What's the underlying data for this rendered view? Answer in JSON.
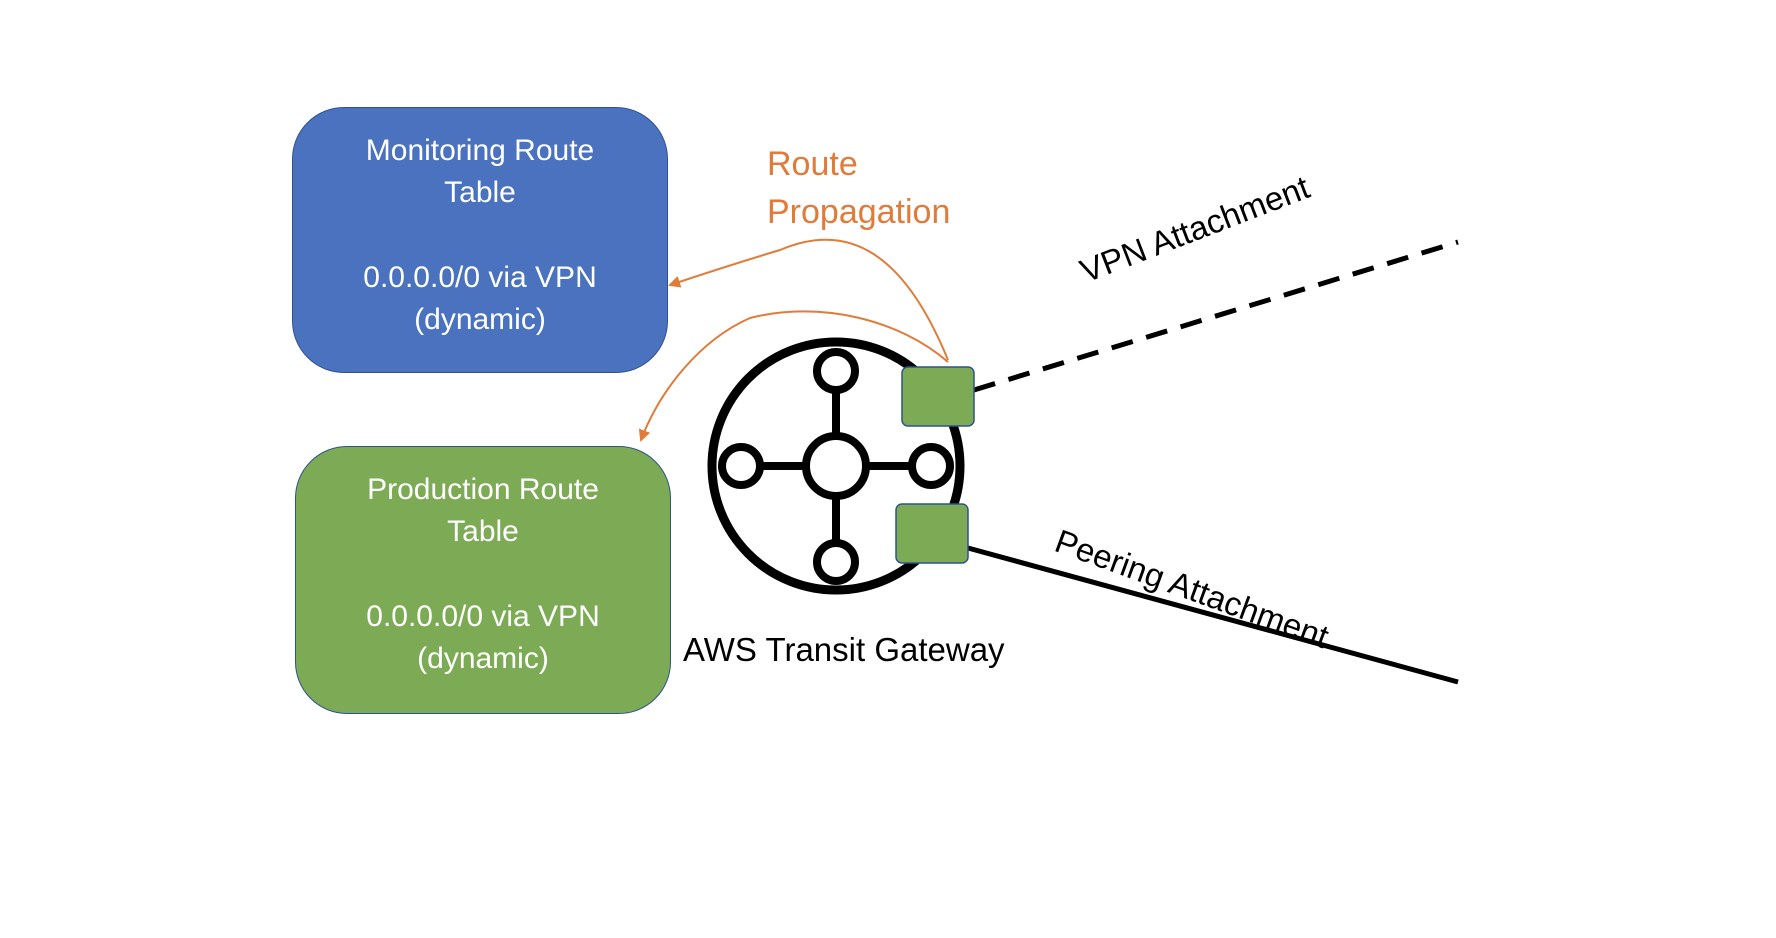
{
  "colors": {
    "monitoring_fill": "#4a72bf",
    "production_fill": "#7dab55",
    "attachment_fill": "#7dab55",
    "propagation_arrow": "#e07b39",
    "box_text": "#ffffff"
  },
  "monitoring_table": {
    "title_line1": "Monitoring Route",
    "title_line2": "Table",
    "route_line1": "0.0.0.0/0 via VPN",
    "route_line2": "(dynamic)"
  },
  "production_table": {
    "title_line1": "Production Route",
    "title_line2": "Table",
    "route_line1": "0.0.0.0/0 via VPN",
    "route_line2": "(dynamic)"
  },
  "route_propagation": {
    "line1": "Route",
    "line2": "Propagation"
  },
  "gateway": {
    "label": "AWS Transit Gateway",
    "icon": "transit-gateway-icon"
  },
  "attachments": {
    "vpn_label": "VPN Attachment",
    "vpn_line_style": "dashed",
    "peering_label": "Peering Attachment",
    "peering_line_style": "solid"
  }
}
